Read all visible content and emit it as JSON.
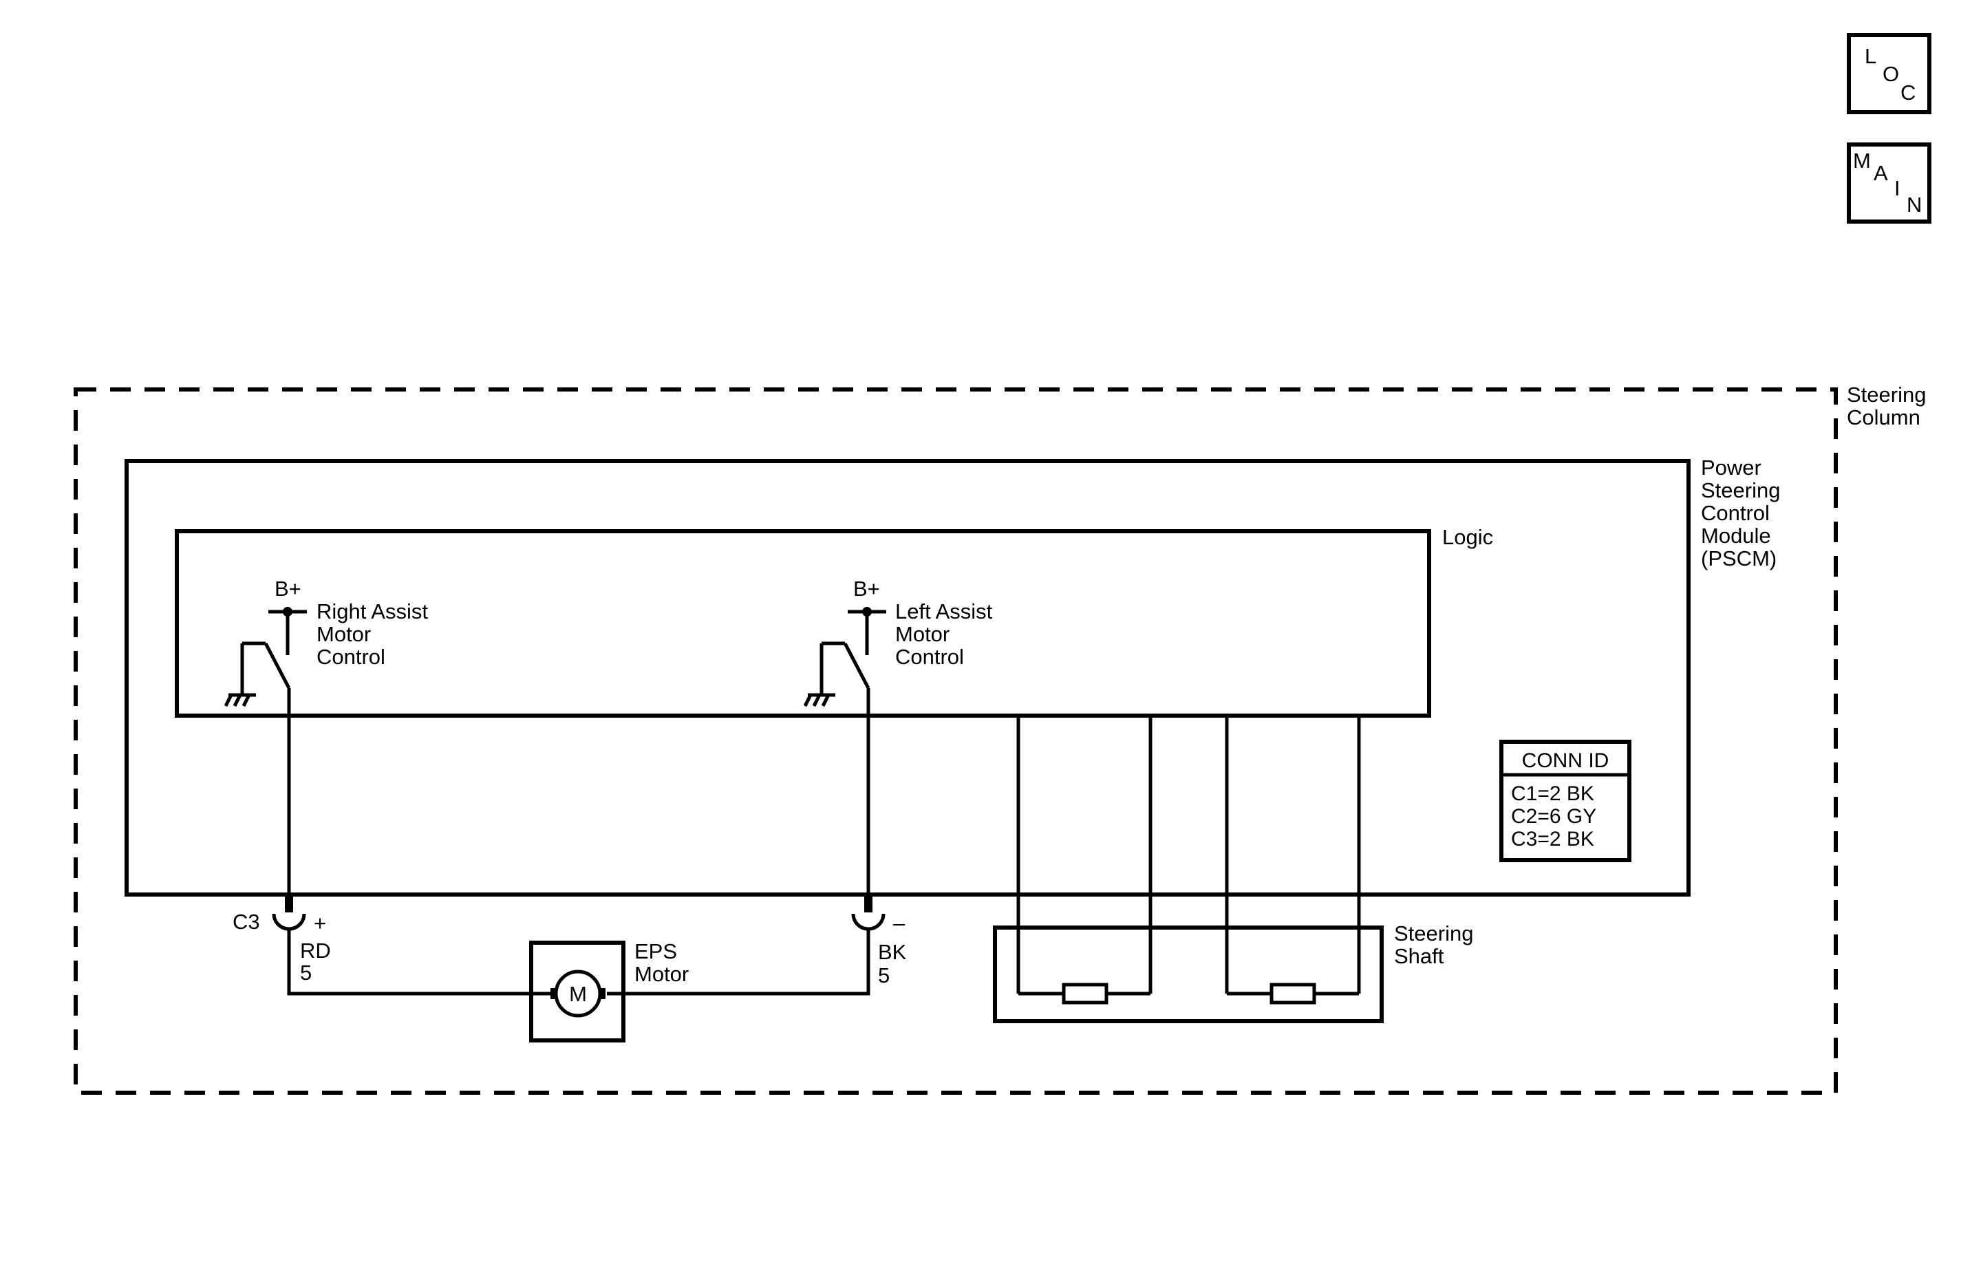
{
  "nav": {
    "loc": [
      "L",
      "O",
      "C"
    ],
    "main": [
      "M",
      "A",
      "I",
      "N"
    ]
  },
  "labels": {
    "steering_column": [
      "Steering",
      "Column"
    ],
    "pscm": [
      "Power",
      "Steering",
      "Control",
      "Module",
      "(PSCM)"
    ],
    "logic": "Logic",
    "right_bplus": "B+",
    "right_control": [
      "Right Assist",
      "Motor",
      "Control"
    ],
    "left_bplus": "B+",
    "left_control": [
      "Left Assist",
      "Motor",
      "Control"
    ],
    "connector": "C3",
    "right_pin_sign": "+",
    "right_wire_color": "RD",
    "right_pin_number": "5",
    "left_pin_sign": "–",
    "left_wire_color": "BK",
    "left_pin_number": "5",
    "motor_symbol": "M",
    "eps_motor": [
      "EPS",
      "Motor"
    ],
    "steering_shaft": [
      "Steering",
      "Shaft"
    ]
  },
  "conn_id": {
    "header": "CONN ID",
    "rows": [
      "C1=2 BK",
      "C2=6 GY",
      "C3=2 BK"
    ]
  }
}
